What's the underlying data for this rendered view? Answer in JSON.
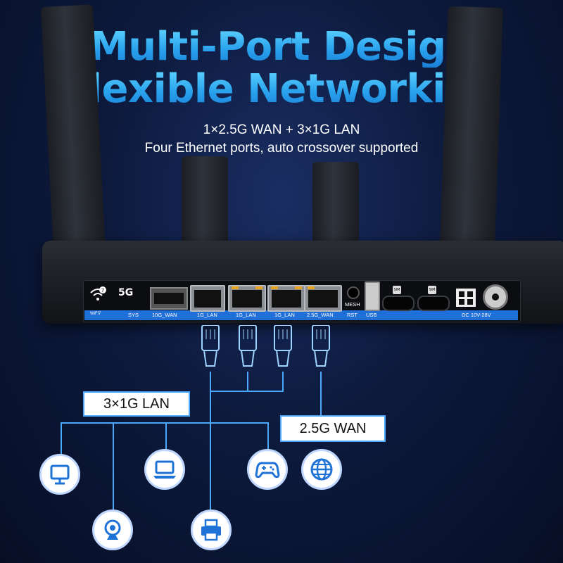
{
  "headline": {
    "line1": "Multi-Port Design",
    "line2": "Flexible Networking"
  },
  "subtitle": {
    "line1": "1×2.5G WAN + 3×1G LAN",
    "line2": "Four Ethernet ports, auto crossover supported"
  },
  "router_panel": {
    "labels": {
      "wifi": "WiFi7",
      "sys": "SYS",
      "five_g": "5G",
      "sfp": "10G_WAN",
      "lan1": "1G_LAN",
      "lan2": "1G_LAN",
      "lan3": "1G_LAN",
      "wan": "2.5G_WAN",
      "mesh": "MESH",
      "rst": "RST",
      "usb": "USB",
      "dc": "DC  10V-28V"
    },
    "sim_labels": [
      "SIM",
      "SIM"
    ]
  },
  "diagram": {
    "lan_box": "3×1G LAN",
    "wan_box": "2.5G WAN",
    "devices": [
      "desktop-monitor",
      "laptop",
      "game-controller",
      "globe",
      "webcam",
      "printer"
    ]
  },
  "colors": {
    "accent": "#4aa8ff",
    "title_gradient_top": "#5fd4ff",
    "title_gradient_bottom": "#1a7fd6",
    "label_strip": "#1f6fd9",
    "led": "#e6a21a"
  }
}
